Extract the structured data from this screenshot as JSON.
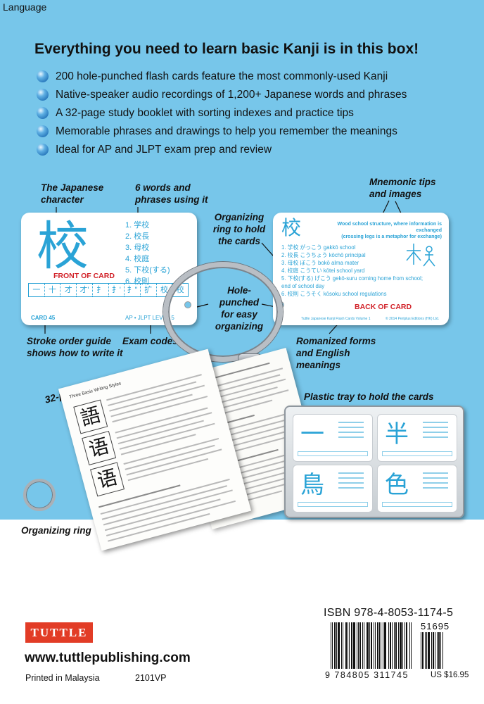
{
  "header": {
    "language_label": "Language"
  },
  "headline": "Everything you need to learn basic Kanji is in this box!",
  "features": [
    "200 hole-punched flash cards feature the most commonly-used Kanji",
    "Native-speaker audio recordings of 1,200+ Japanese words and phrases",
    "A 32-page study booklet with sorting indexes and practice tips",
    "Memorable phrases and drawings to help you remember the meanings",
    "Ideal for AP and JLPT exam prep and review"
  ],
  "callouts": {
    "japanese_character": [
      "The Japanese",
      "character"
    ],
    "six_words": [
      "6 words and",
      "phrases using it"
    ],
    "organizing_ring": [
      "Organizing",
      "ring to hold",
      "the cards"
    ],
    "mnemonic": [
      "Mnemonic tips",
      "and images"
    ],
    "hole_punched": [
      "Hole-",
      "punched",
      "for easy",
      "organizing"
    ],
    "stroke_order": [
      "Stroke order guide",
      "shows how to write it"
    ],
    "exam_codes": "Exam codes",
    "romanized": [
      "Romanized forms",
      "and English",
      "meanings"
    ],
    "study_guide": "32-page study guide",
    "plastic_tray": "Plastic tray to hold the cards",
    "organizing_ring_small": "Organizing ring"
  },
  "front_card": {
    "kanji": "校",
    "words": [
      "1. 学校",
      "2. 校長",
      "3. 母校",
      "4. 校庭",
      "5. 下校(する)",
      "6. 校則"
    ],
    "label": "FRONT OF CARD",
    "strokes": [
      "一",
      "十",
      "才",
      "才'",
      "扌",
      "扌'",
      "扌\"",
      "扩",
      "校",
      "校"
    ],
    "card_no": "CARD 45",
    "exam": "AP  •  JLPT LEVEL 5"
  },
  "back_card": {
    "kanji": "校",
    "mnemonic": [
      "Wood school structure, where information is exchanged",
      "(crossing legs is a metaphor for exchange)"
    ],
    "words": [
      "1. 学校 がっこう gakkō school",
      "2. 校長 こうちょう kōchō principal",
      "3. 母校 ぼこう bokō alma mater",
      "4. 校庭 こうてい kōtei school yard",
      "5. 下校(する) げこう gekō-suru coming home from school;",
      "    end of school day",
      "6. 校則 こうそく kōsoku school regulations"
    ],
    "label": "BACK OF CARD",
    "footer_left": "Tuttle Japanese Kanji Flash Cards Volume 1",
    "footer_right": "© 2014 Periplus Editions (HK) Ltd."
  },
  "booklet": {
    "page_head": "Three Basic Writing Styles",
    "glyphs": [
      "語",
      "语",
      "语"
    ]
  },
  "tray_cards": [
    "一",
    "半",
    "鳥",
    "色"
  ],
  "publisher": {
    "logo": "TUTTLE",
    "url": "www.tuttlepublishing.com",
    "printed": "Printed in Malaysia",
    "code": "2101VP"
  },
  "barcode": {
    "isbn": "ISBN 978-4-8053-1174-5",
    "supplement": "51695",
    "digits": "9 784805 311745",
    "price": "US $16.95"
  },
  "colors": {
    "sky_blue": "#77c6ea",
    "card_blue": "#2aa3d6",
    "tuttle_red": "#e23c26",
    "label_red": "#d2232a"
  }
}
